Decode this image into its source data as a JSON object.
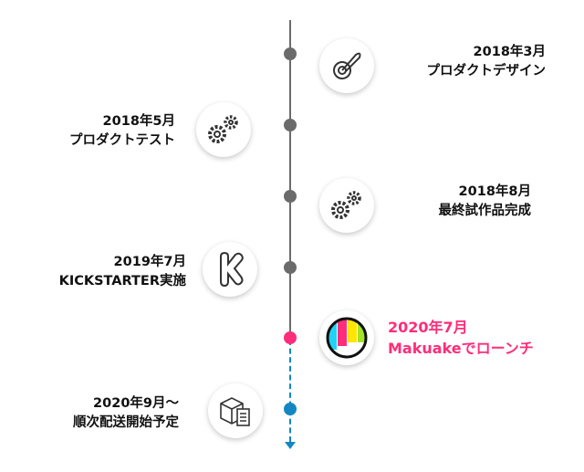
{
  "colors": {
    "line": "#6b6b6b",
    "launch": "#ff2d7a",
    "future": "#1487c2"
  },
  "events": [
    {
      "date": "2018年3月",
      "title": "プロダクトデザイン",
      "icon": "pen-design-icon"
    },
    {
      "date": "2018年5月",
      "title": "プロダクトテスト",
      "icon": "gears-icon"
    },
    {
      "date": "2018年8月",
      "title": "最終試作品完成",
      "icon": "gears-icon"
    },
    {
      "date": "2019年7月",
      "title": "KICKSTARTER実施",
      "icon": "kickstarter-icon"
    },
    {
      "date": "2020年7月",
      "title": "Makuakeでローンチ",
      "icon": "makuake-logo-icon"
    },
    {
      "date": "2020年9月〜",
      "title": "順次配送開始予定",
      "icon": "box-checklist-icon"
    }
  ]
}
